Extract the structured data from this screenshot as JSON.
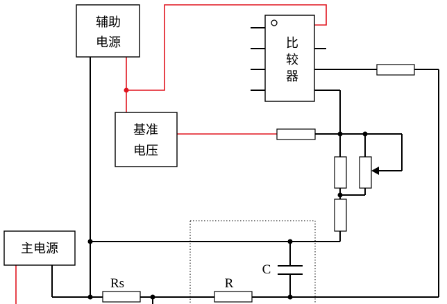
{
  "blocks": {
    "aux_power": [
      "辅助",
      "电源"
    ],
    "comparator": [
      "比",
      "较",
      "器"
    ],
    "reference": [
      "基准",
      "电压"
    ],
    "main_power": "主电源"
  },
  "components": {
    "rs": "Rs",
    "r": "R",
    "c": "C"
  },
  "colors": {
    "wire": "#000000",
    "reference_wire": "#e0141e"
  }
}
